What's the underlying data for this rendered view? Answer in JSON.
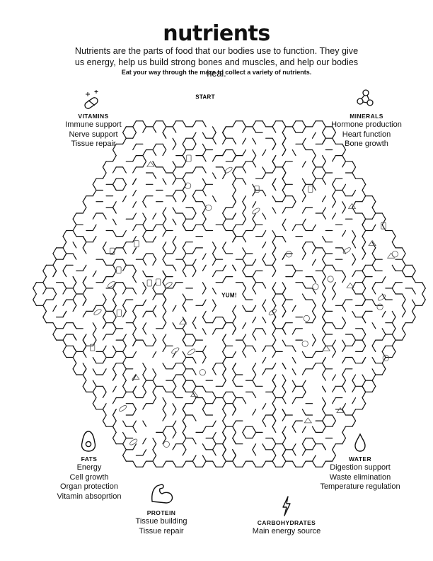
{
  "title": "nutrients",
  "intro": "Nutrients are the parts of food that our bodies use to function. They give us energy, help us build strong bones and muscles, and help our bodies heal.",
  "instruction": "Eat your way through the maze to collect a variety of nutrients.",
  "maze": {
    "start_label": "START",
    "center_label": "YUM!"
  },
  "nutrients": {
    "vitamins": {
      "heading": "VITAMINS",
      "icon": "pill-icon",
      "lines": [
        "Immune support",
        "Nerve support",
        "Tissue repair"
      ]
    },
    "minerals": {
      "heading": "MINERALS",
      "icon": "molecule-icon",
      "lines": [
        "Hormone production",
        "Heart function",
        "Bone growth"
      ]
    },
    "fats": {
      "heading": "FATS",
      "icon": "avocado-icon",
      "lines": [
        "Energy",
        "Cell growth",
        "Organ protection",
        "Vitamin absoprtion"
      ]
    },
    "water": {
      "heading": "WATER",
      "icon": "water-drop-icon",
      "lines": [
        "Digestion support",
        "Waste elimination",
        "Temperature regulation"
      ]
    },
    "protein": {
      "heading": "PROTEIN",
      "icon": "flexed-arm-icon",
      "lines": [
        "Tissue building",
        "Tissue repair"
      ]
    },
    "carbohydrates": {
      "heading": "CARBOHYDRATES",
      "icon": "lightning-icon",
      "lines": [
        "Main energy source"
      ]
    }
  }
}
